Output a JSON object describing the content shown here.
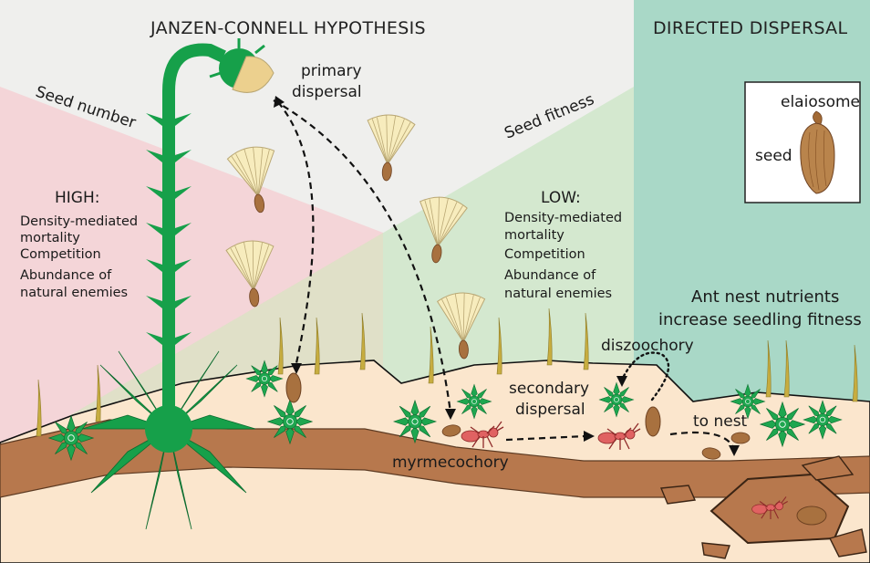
{
  "headers": {
    "janzen_connell": "JANZEN-CONNELL HYPOTHESIS",
    "directed_dispersal": "DIRECTED DISPERSAL"
  },
  "axes": {
    "seed_number": "Seed number",
    "seed_fitness": "Seed fitness"
  },
  "high_panel": {
    "title": "HIGH:",
    "line1": "Density-mediated",
    "line2": "mortality",
    "line3": "Competition",
    "line4": "Abundance of",
    "line5": "natural enemies"
  },
  "low_panel": {
    "title": "LOW:",
    "line1": "Density-mediated",
    "line2": "mortality",
    "line3": "Competition",
    "line4": "Abundance of",
    "line5": "natural enemies"
  },
  "inset": {
    "elaiosome": "elaiosome",
    "seed": "seed"
  },
  "labels": {
    "primary_line1": "primary",
    "primary_line2": "dispersal",
    "secondary_line1": "secondary",
    "secondary_line2": "dispersal",
    "myrmecochory": "myrmecochory",
    "diszoochory": "diszoochory",
    "to_nest": "to nest",
    "ant_nest_line1": "Ant nest nutrients",
    "ant_nest_line2": "increase seedling fitness"
  },
  "colors": {
    "background_gray": "#efefed",
    "pink_wedge": "#f4d5d8",
    "green_wedge": "#d4e8cf",
    "teal_panel": "#a9d8c7",
    "soil_light": "#fbe6cd",
    "soil_dark": "#b7784d",
    "plant_green": "#16a04a",
    "seed_brown": "#a8713f",
    "pappus": "#f7ecbd",
    "ant_red": "#e06262"
  }
}
